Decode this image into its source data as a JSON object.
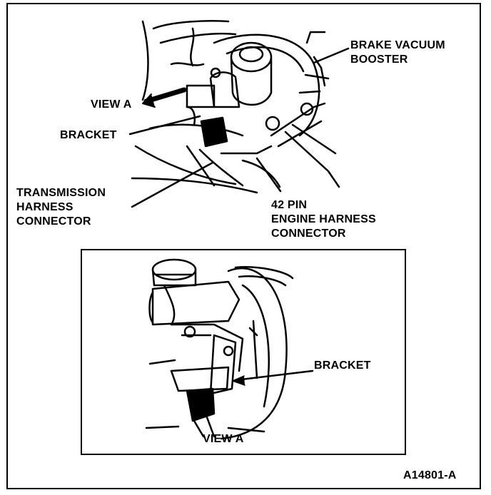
{
  "labels": {
    "brake_vacuum_booster": "BRAKE VACUUM\nBOOSTER",
    "view_a_top": "VIEW A",
    "bracket_top": "BRACKET",
    "transmission_harness_connector": "TRANSMISSION\nHARNESS\nCONNECTOR",
    "engine_harness_connector": "42 PIN\nENGINE HARNESS\nCONNECTOR",
    "bracket_inset": "BRACKET",
    "view_a_inset": "VIEW A",
    "figure_id": "A14801-A"
  },
  "colors": {
    "ink": "#000000",
    "paper": "#ffffff"
  }
}
